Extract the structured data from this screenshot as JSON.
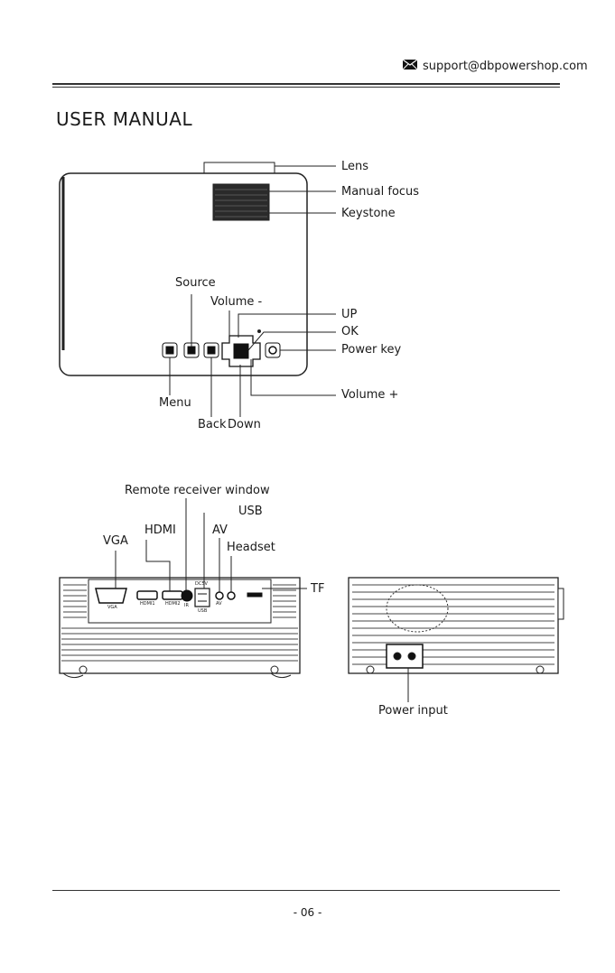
{
  "header": {
    "email": "support@dbpowershop.com"
  },
  "title": "USER MANUAL",
  "top_view": {
    "labels": {
      "lens": "Lens",
      "manual_focus": "Manual focus",
      "keystone": "Keystone",
      "source": "Source",
      "volume_minus": "Volume -",
      "up": "UP",
      "ok": "OK",
      "power_key": "Power key",
      "volume_plus": "Volume +",
      "menu": "Menu",
      "back": "Back",
      "down": "Down"
    }
  },
  "rear_view": {
    "labels": {
      "remote_receiver": "Remote receiver window",
      "usb": "USB",
      "hdmi": "HDMI",
      "av": "AV",
      "vga": "VGA",
      "headset": "Headset",
      "tf": "TF"
    },
    "port_text": {
      "vga": "VGA",
      "hdmi1": "HDMI1",
      "hdmi2": "HDMI2",
      "ir": "IR",
      "usb": "USB",
      "dc5v": "DC5V",
      "av": "AV"
    }
  },
  "side_view": {
    "labels": {
      "power_input": "Power input"
    }
  },
  "footer": {
    "page": "- 06 -"
  }
}
